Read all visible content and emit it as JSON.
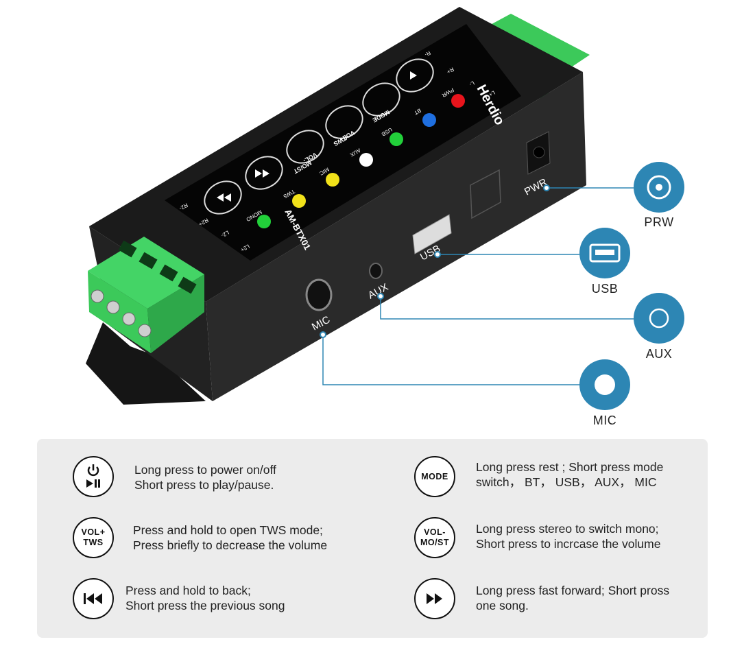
{
  "device": {
    "brand": "Herdio",
    "model": "AM-BTX01",
    "button_labels": {
      "mode": "MODE",
      "vol_up": "VOL+",
      "tws": "TWS",
      "vol_down": "VOL-",
      "mo_st": "MO/ST"
    },
    "indicators": [
      {
        "label": "PWR",
        "color": "#e8141c"
      },
      {
        "label": "BT",
        "color": "#1f6fe0"
      },
      {
        "label": "USB",
        "color": "#22d03a"
      },
      {
        "label": "AUX",
        "color": "#ffffff"
      },
      {
        "label": "MIC",
        "color": "#f2e21a"
      },
      {
        "label": "TWS",
        "color": "#f2e21a"
      },
      {
        "label": "MONO",
        "color": "#22d03a"
      }
    ],
    "terminal_labels": [
      "R-",
      "R+",
      "L+",
      "L-",
      "R2-",
      "R2+",
      "L2-",
      "L2+"
    ],
    "case_port_labels": [
      "PWR",
      "USB",
      "AUX",
      "MIC"
    ],
    "terminal_color": "#3cc95a",
    "case_color": "#1c1c1c",
    "accent_color": "#2d86b4"
  },
  "callouts": [
    {
      "label": "PRW",
      "icon": "dc-power-jack-icon"
    },
    {
      "label": "USB",
      "icon": "usb-port-icon"
    },
    {
      "label": "AUX",
      "icon": "aux-jack-icon"
    },
    {
      "label": "MIC",
      "icon": "mic-jack-icon"
    }
  ],
  "legend": [
    {
      "icon": "power-play-pause-icon",
      "lines": [
        "Long press to power on/off",
        "Short press to play/pause."
      ]
    },
    {
      "icon": "mode-icon",
      "icon_text": [
        "MODE"
      ],
      "lines": [
        "Long press rest ; Short press mode",
        "switch， BT， USB， AUX， MIC"
      ]
    },
    {
      "icon": "vol-up-tws-icon",
      "icon_text": [
        "VOL+",
        "TWS"
      ],
      "lines": [
        "Press and hold to open TWS mode;",
        "Press briefly to decrease the volume"
      ]
    },
    {
      "icon": "vol-down-mo-st-icon",
      "icon_text": [
        "VOL-",
        "MO/ST"
      ],
      "lines": [
        "Long press stereo to switch mono;",
        "Short press to incrcase the volume"
      ]
    },
    {
      "icon": "previous-track-icon",
      "lines": [
        "Press and hold to back;",
        "Short press the previous song"
      ]
    },
    {
      "icon": "fast-forward-icon",
      "lines": [
        "Long press fast forward; Short pross",
        "one song."
      ]
    }
  ]
}
